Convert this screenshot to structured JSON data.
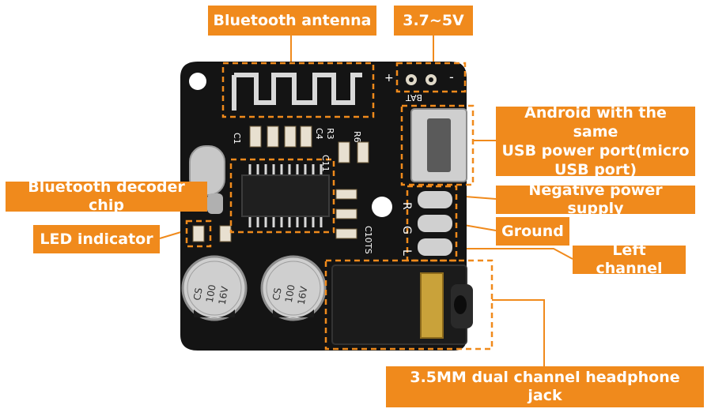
{
  "colors": {
    "callout": "#f08a1c",
    "pcb": "#141414",
    "silkscreen": "#ffffff",
    "background": "#ffffff"
  },
  "callouts": {
    "antenna": "Bluetooth antenna",
    "voltage": "3.7~5V",
    "usb": "Android with the same\nUSB power port(micro\nUSB port)",
    "chip": "Bluetooth decoder chip",
    "negative": "Negative power supply",
    "ground": "Ground",
    "led": "LED indicator",
    "left": "Left channel",
    "jack": "3.5MM dual channel headphone jack"
  },
  "silkscreen": {
    "plus": "+",
    "minus": "-",
    "bat": "BAT",
    "c1": "C1",
    "c4": "C4",
    "r3": "R3",
    "r6": "R6",
    "c11": "C11",
    "c10": "C10",
    "ts": "TS",
    "r": "R",
    "g": "G",
    "l": "L",
    "cap1_cs": "CS",
    "cap1_val": "100",
    "cap1_v": "16V",
    "cap2_cs": "CS",
    "cap2_val": "100",
    "cap2_v": "16V"
  }
}
